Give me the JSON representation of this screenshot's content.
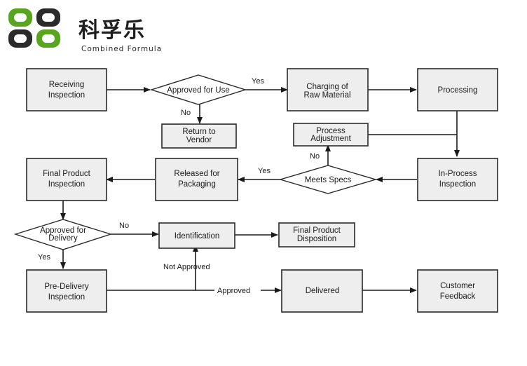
{
  "brand": {
    "name_cn": "科孚乐",
    "name_en": "Combined Formula",
    "colors": {
      "green": "#5aa51e",
      "dark": "#1f1f1f"
    }
  },
  "nodes": {
    "receiving": [
      "Receiving",
      "Inspection"
    ],
    "approved_use": [
      "Approved for Use"
    ],
    "charging": [
      "Charging of",
      "Raw Material"
    ],
    "processing": [
      "Processing"
    ],
    "return_vendor": [
      "Return to",
      "Vendor"
    ],
    "process_adjustment": [
      "Process",
      "Adjustment"
    ],
    "final_product_inspection": [
      "Final Product",
      "Inspection"
    ],
    "released": [
      "Released for",
      "Packaging"
    ],
    "meets_specs": [
      "Meets Specs"
    ],
    "in_process": [
      "In-Process",
      "Inspection"
    ],
    "approved_delivery": [
      "Approved for",
      "Delivery"
    ],
    "identification": [
      "Identification"
    ],
    "final_disposition": [
      "Final Product",
      "Disposition"
    ],
    "pre_delivery": [
      "Pre-Delivery",
      "Inspection"
    ],
    "delivered": [
      "Delivered"
    ],
    "customer_feedback": [
      "Customer",
      "Feedback"
    ]
  },
  "edge_labels": {
    "approved_use_yes": "Yes",
    "approved_use_no": "No",
    "meets_specs_yes": "Yes",
    "meets_specs_no": "No",
    "approved_delivery_no": "No",
    "approved_delivery_yes": "Yes",
    "not_approved": "Not Approved",
    "approved": "Approved"
  },
  "colors": {
    "box_fill": "#eeeeee",
    "stroke": "#2a2a2a",
    "arrow": "#1a1a1a"
  }
}
